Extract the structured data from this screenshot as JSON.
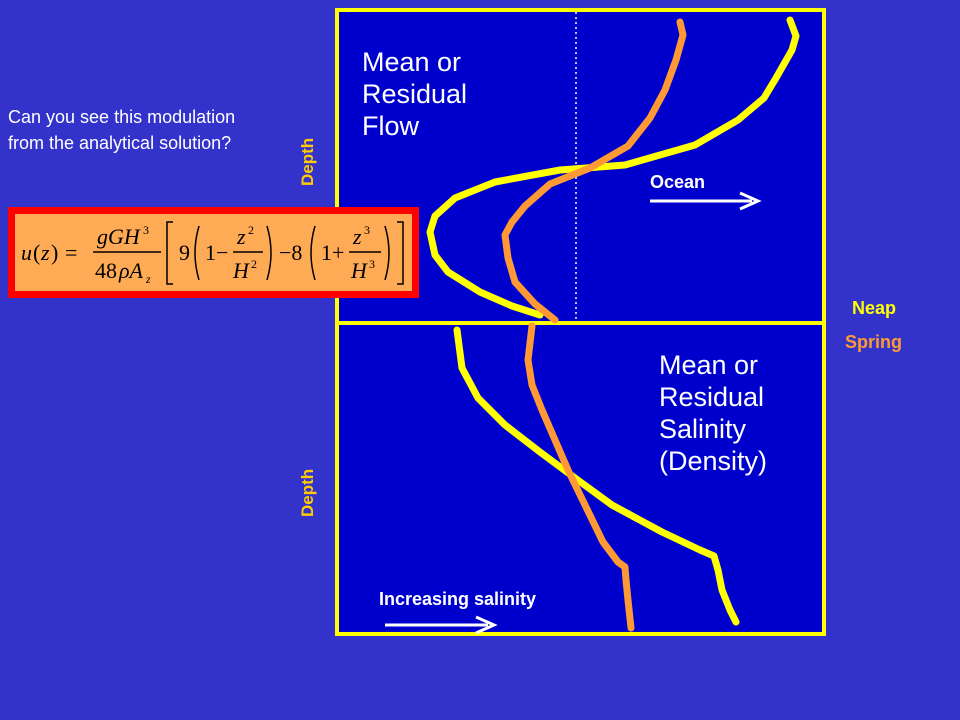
{
  "question_text": "Can you see this modulation from the analytical solution?",
  "equation_latex": "u(z) = \\frac{gGH^3}{48\\rho A_z}\\left[9\\left(1-\\frac{z^2}{H^2}\\right)-8\\left(1+\\frac{z^3}{H^3}\\right)\\right]",
  "top_panel": {
    "y_axis_label": "Depth",
    "title_lines": [
      "Mean or",
      "Residual",
      "Flow"
    ],
    "arrow_label": "Ocean"
  },
  "bottom_panel": {
    "y_axis_label": "Depth",
    "title_lines": [
      "Mean or",
      "Residual",
      "Salinity",
      "(Density)"
    ],
    "arrow_label": "Increasing salinity"
  },
  "legend": {
    "neap": "Neap",
    "spring": "Spring"
  },
  "colors": {
    "background": "#3333cc",
    "panel": "#0000cc",
    "frame": "#ffff00",
    "neap": "#ffff00",
    "spring": "#ff9933",
    "equation_border": "#ff0000",
    "equation_fill": "#ffaa55"
  }
}
